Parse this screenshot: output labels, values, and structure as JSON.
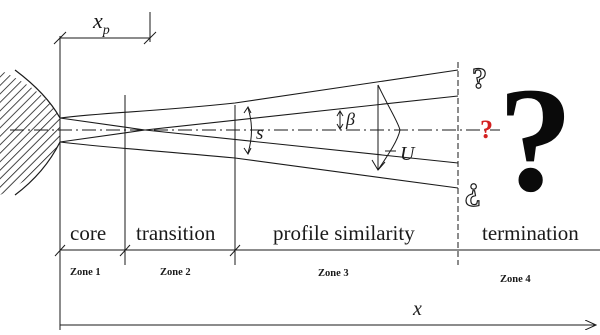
{
  "diagram": {
    "labels": {
      "xp": "x",
      "xp_sub": "p",
      "s": "s",
      "beta": "β",
      "U": "U",
      "x_axis": "x"
    },
    "zones": [
      {
        "name": "core",
        "number": "Zone 1"
      },
      {
        "name": "transition",
        "number": "Zone 2"
      },
      {
        "name": "profile similarity",
        "number": "Zone 3"
      },
      {
        "name": "termination",
        "number": "Zone 4"
      }
    ],
    "colors": {
      "line": "#1a1a1a",
      "accent_question": "#d42020"
    },
    "icons": [
      "question-mark-large",
      "question-mark-small"
    ]
  }
}
